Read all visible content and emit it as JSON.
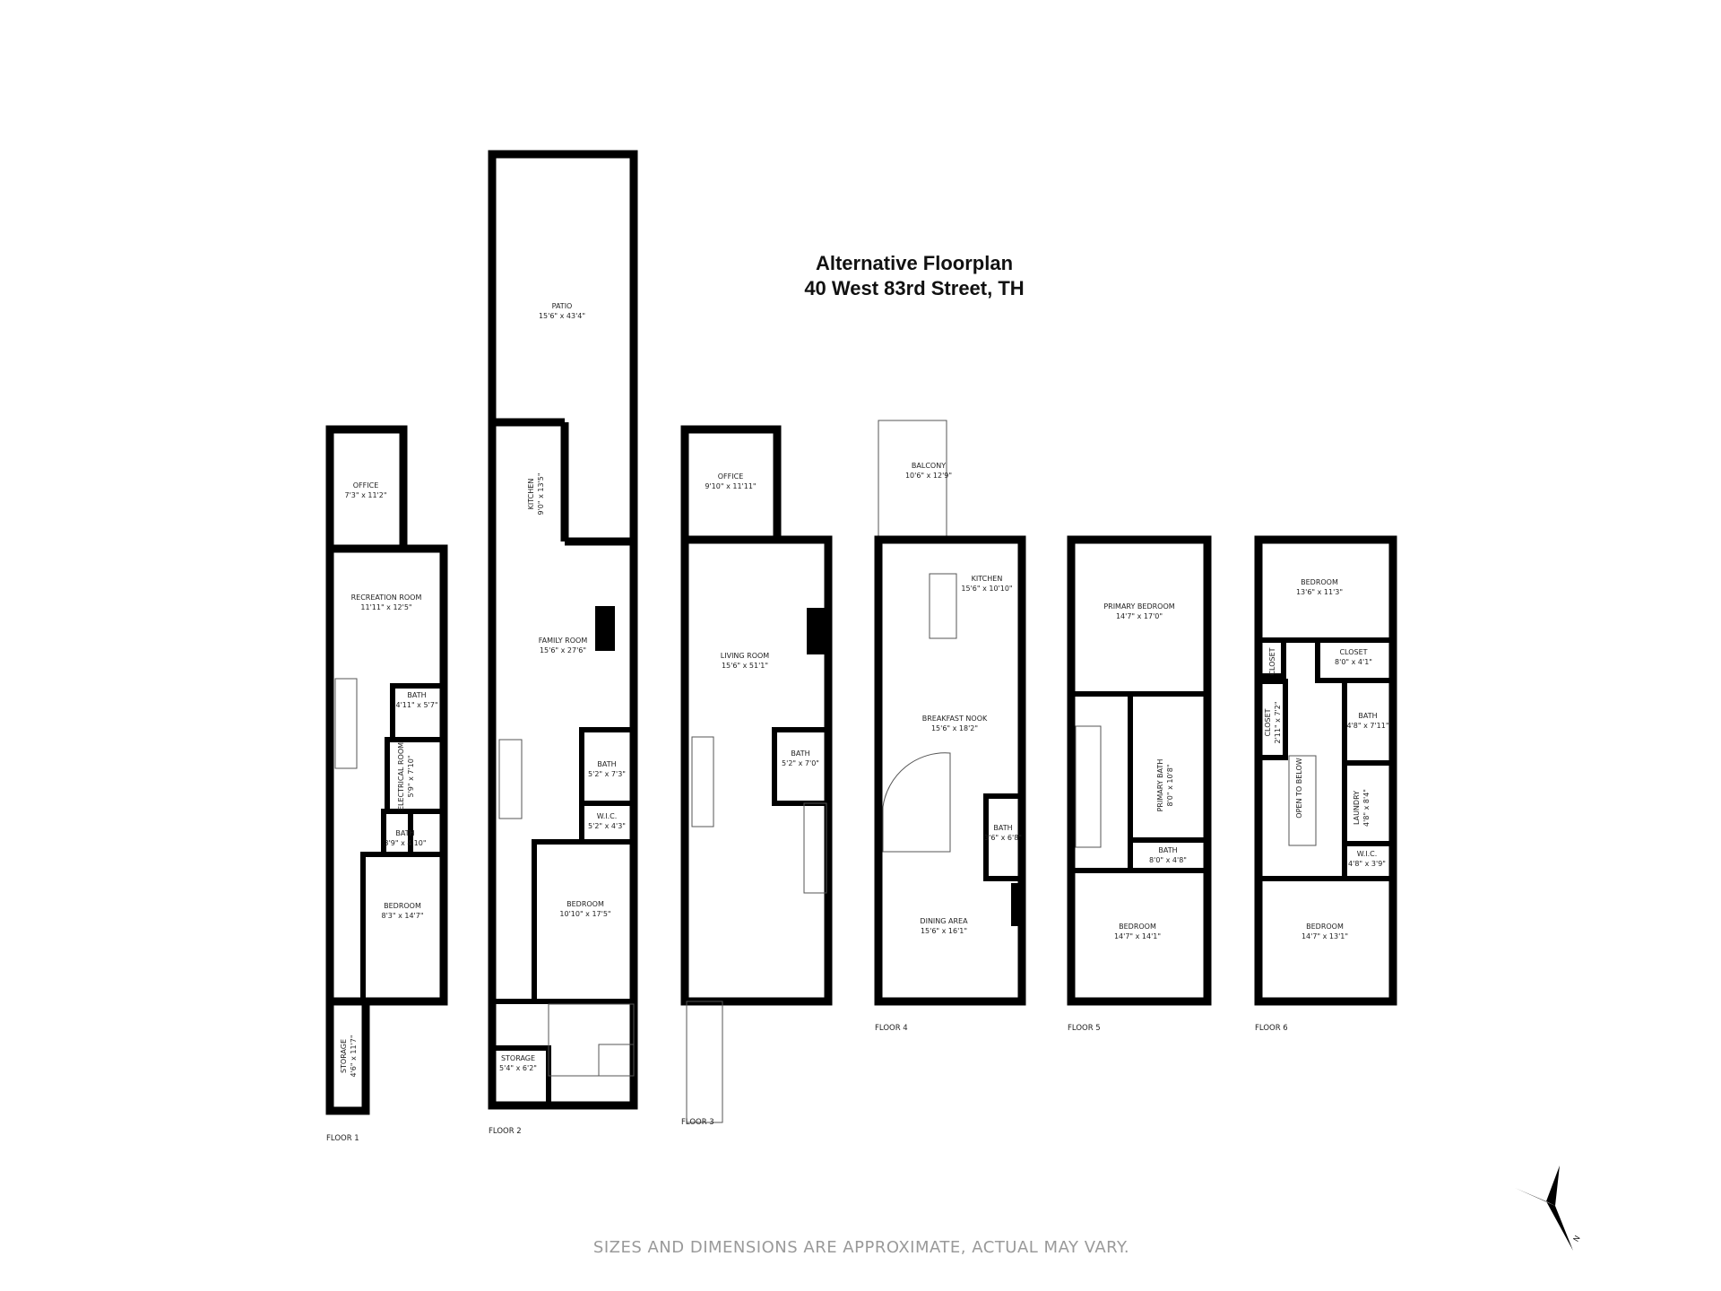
{
  "header": {
    "title_line1": "Alternative Floorplan",
    "title_line2": "40 West 83rd Street, TH"
  },
  "floors": [
    {
      "label": "FLOOR 1",
      "rooms": [
        {
          "name": "OFFICE",
          "size": "7'3\" x 11'2\""
        },
        {
          "name": "RECREATION ROOM",
          "size": "11'11\" x 12'5\""
        },
        {
          "name": "BATH",
          "size": "4'11\" x 5'7\""
        },
        {
          "name": "ELECTRICAL ROOM",
          "size": "5'9\" x 7'10\""
        },
        {
          "name": "BATH",
          "size": "3'9\" x 4'10\""
        },
        {
          "name": "BEDROOM",
          "size": "8'3\" x 14'7\""
        },
        {
          "name": "STORAGE",
          "size": "4'6\" x 11'7\""
        }
      ]
    },
    {
      "label": "FLOOR 2",
      "rooms": [
        {
          "name": "PATIO",
          "size": "15'6\" x 43'4\""
        },
        {
          "name": "KITCHEN",
          "size": "9'0\" x 13'5\""
        },
        {
          "name": "FAMILY ROOM",
          "size": "15'6\" x 27'6\""
        },
        {
          "name": "BATH",
          "size": "5'2\" x 7'3\""
        },
        {
          "name": "W.I.C.",
          "size": "5'2\" x 4'3\""
        },
        {
          "name": "BEDROOM",
          "size": "10'10\" x 17'5\""
        },
        {
          "name": "STORAGE",
          "size": "5'4\" x 6'2\""
        }
      ]
    },
    {
      "label": "FLOOR 3",
      "rooms": [
        {
          "name": "OFFICE",
          "size": "9'10\" x 11'11\""
        },
        {
          "name": "LIVING ROOM",
          "size": "15'6\" x 51'1\""
        },
        {
          "name": "BATH",
          "size": "5'2\" x 7'0\""
        }
      ]
    },
    {
      "label": "FLOOR 4",
      "rooms": [
        {
          "name": "BALCONY",
          "size": "10'6\" x 12'9\""
        },
        {
          "name": "KITCHEN",
          "size": "15'6\" x 10'10\""
        },
        {
          "name": "BREAKFAST NOOK",
          "size": "15'6\" x 18'2\""
        },
        {
          "name": "BATH",
          "size": "3'6\" x 6'8\""
        },
        {
          "name": "DINING AREA",
          "size": "15'6\" x 16'1\""
        }
      ]
    },
    {
      "label": "FLOOR 5",
      "rooms": [
        {
          "name": "PRIMARY BEDROOM",
          "size": "14'7\" x 17'0\""
        },
        {
          "name": "PRIMARY BATH",
          "size": "8'0\" x 10'8\""
        },
        {
          "name": "BATH",
          "size": "8'0\" x 4'8\""
        },
        {
          "name": "BEDROOM",
          "size": "14'7\" x 14'1\""
        }
      ]
    },
    {
      "label": "FLOOR 6",
      "rooms": [
        {
          "name": "BEDROOM",
          "size": "13'6\" x 11'3\""
        },
        {
          "name": "CLOSET",
          "size": ""
        },
        {
          "name": "CLOSET",
          "size": "8'0\" x 4'1\""
        },
        {
          "name": "CLOSET",
          "size": "2'11\" x 7'2\""
        },
        {
          "name": "BATH",
          "size": "4'8\" x 7'11\""
        },
        {
          "name": "OPEN TO BELOW",
          "size": ""
        },
        {
          "name": "LAUNDRY",
          "size": "4'8\" x 8'4\""
        },
        {
          "name": "W.I.C.",
          "size": "4'8\" x 3'9\""
        },
        {
          "name": "BEDROOM",
          "size": "14'7\" x 13'1\""
        }
      ]
    }
  ],
  "compass": {
    "label": "N",
    "icon": "north-arrow-icon"
  },
  "footer": {
    "disclaimer": "SIZES AND DIMENSIONS ARE APPROXIMATE, ACTUAL MAY VARY."
  }
}
